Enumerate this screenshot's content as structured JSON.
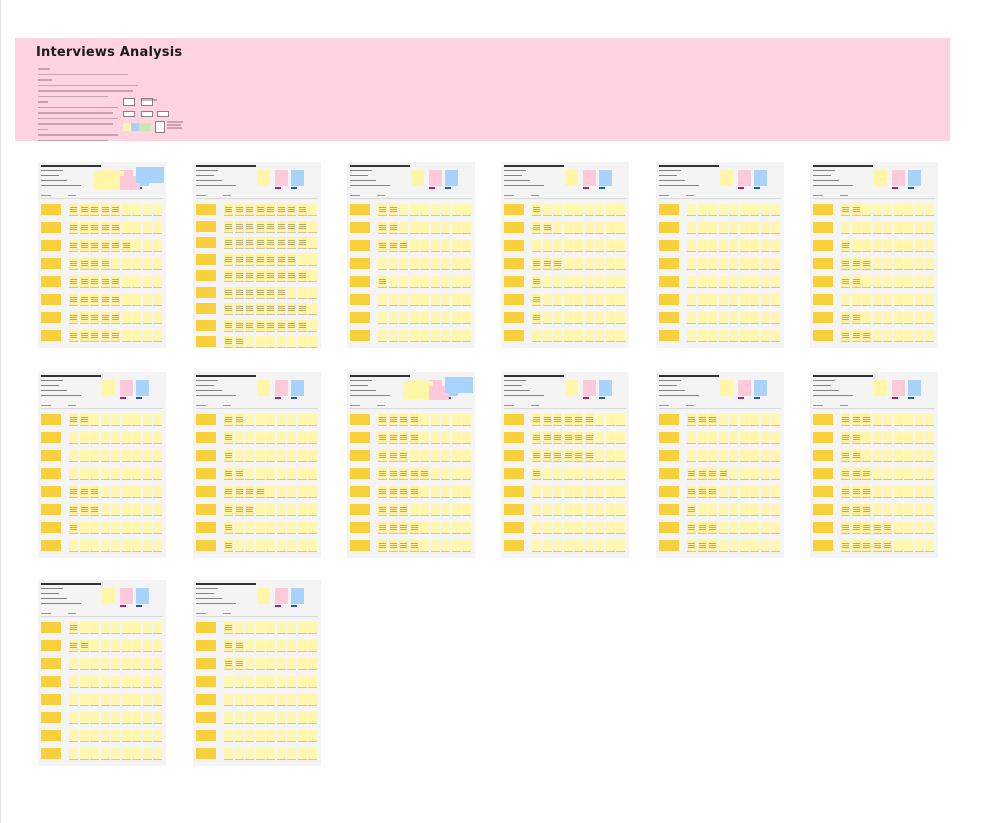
{
  "canvas": {
    "background": "#ffffff"
  },
  "banner": {
    "title": "Interviews Analysis",
    "color": "#ffd3e2"
  },
  "colors": {
    "question_sticky": "#f7d03c",
    "answer_sticky": "#fff6b0",
    "key_yellow": "#fff6a8",
    "key_pink": "#ffc9dc",
    "key_blue": "#a9d3ff",
    "board_bg": "#f4f4f4"
  },
  "boards": [
    {
      "id": 1,
      "rows": 8,
      "filled": [
        5,
        5,
        6,
        4,
        5,
        5,
        5,
        5
      ],
      "extra_stickies": true
    },
    {
      "id": 2,
      "rows": 9,
      "filled": [
        8,
        8,
        8,
        7,
        8,
        6,
        8,
        8,
        2
      ],
      "extra_stickies": false
    },
    {
      "id": 3,
      "rows": 8,
      "filled": [
        2,
        2,
        3,
        0,
        1,
        0,
        0,
        0
      ],
      "extra_stickies": false
    },
    {
      "id": 4,
      "rows": 8,
      "filled": [
        1,
        2,
        0,
        3,
        1,
        1,
        1,
        0
      ],
      "extra_stickies": false
    },
    {
      "id": 5,
      "rows": 8,
      "filled": [
        0,
        0,
        0,
        0,
        0,
        0,
        0,
        0
      ],
      "extra_stickies": false
    },
    {
      "id": 6,
      "rows": 8,
      "filled": [
        2,
        0,
        1,
        3,
        2,
        0,
        2,
        3
      ],
      "extra_stickies": false
    },
    {
      "id": 7,
      "rows": 8,
      "filled": [
        2,
        0,
        0,
        0,
        3,
        3,
        1,
        0
      ],
      "extra_stickies": false
    },
    {
      "id": 8,
      "rows": 8,
      "filled": [
        2,
        1,
        1,
        2,
        4,
        3,
        1,
        1
      ],
      "extra_stickies": false
    },
    {
      "id": 9,
      "rows": 8,
      "filled": [
        4,
        4,
        3,
        5,
        4,
        3,
        4,
        4
      ],
      "extra_stickies": true
    },
    {
      "id": 10,
      "rows": 8,
      "filled": [
        6,
        6,
        6,
        1,
        0,
        0,
        0,
        0
      ],
      "extra_stickies": false
    },
    {
      "id": 11,
      "rows": 8,
      "filled": [
        3,
        0,
        0,
        4,
        3,
        1,
        3,
        3
      ],
      "extra_stickies": false
    },
    {
      "id": 12,
      "rows": 8,
      "filled": [
        3,
        2,
        2,
        3,
        3,
        3,
        5,
        5
      ],
      "extra_stickies": false
    },
    {
      "id": 13,
      "rows": 8,
      "filled": [
        1,
        2,
        0,
        0,
        0,
        0,
        0,
        0
      ],
      "extra_stickies": false
    },
    {
      "id": 14,
      "rows": 8,
      "filled": [
        1,
        2,
        2,
        0,
        0,
        0,
        0,
        0
      ],
      "extra_stickies": false
    }
  ]
}
